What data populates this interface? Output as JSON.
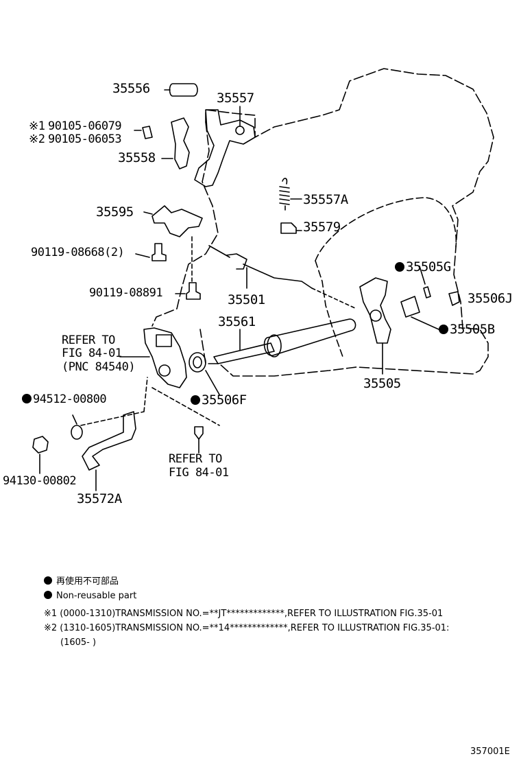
{
  "labels": {
    "p35556": "35556",
    "p35557": "35557",
    "p90105_06079": "90105-06079",
    "p90105_06053": "90105-06053",
    "mark1": "※1",
    "mark2": "※2",
    "p35558": "35558",
    "p35557A": "35557A",
    "p35595": "35595",
    "p35579": "35579",
    "p90119_08668": "90119-08668(2)",
    "p35505G": "35505G",
    "p90119_08891": "90119-08891",
    "p35501": "35501",
    "p35506J": "35506J",
    "p35561": "35561",
    "p35505B": "35505B",
    "refer1_line1": "REFER TO",
    "refer1_line2": "FIG 84-01",
    "refer1_line3": "(PNC 84540)",
    "p35505": "35505",
    "p94512_00800": "94512-00800",
    "p35506F": "35506F",
    "refer2_line1": "REFER TO",
    "refer2_line2": "FIG 84-01",
    "p94130_00802": "94130-00802",
    "p35572A": "35572A"
  },
  "legend": {
    "jp": "再使用不可部品",
    "en": "Non-reusable part"
  },
  "notes": {
    "note1": "※1 (0000-1310)TRANSMISSION NO.=**JT*************,REFER TO ILLUSTRATION FIG.35-01",
    "note2": "※2 (1310-1605)TRANSMISSION NO.=**14*************,REFER TO ILLUSTRATION FIG.35-01:",
    "note2_cont": "(1605-        )"
  },
  "figure_id": "357001E",
  "non_reusable_parts": [
    "35505G",
    "35505B",
    "35506F",
    "94512-00800"
  ]
}
